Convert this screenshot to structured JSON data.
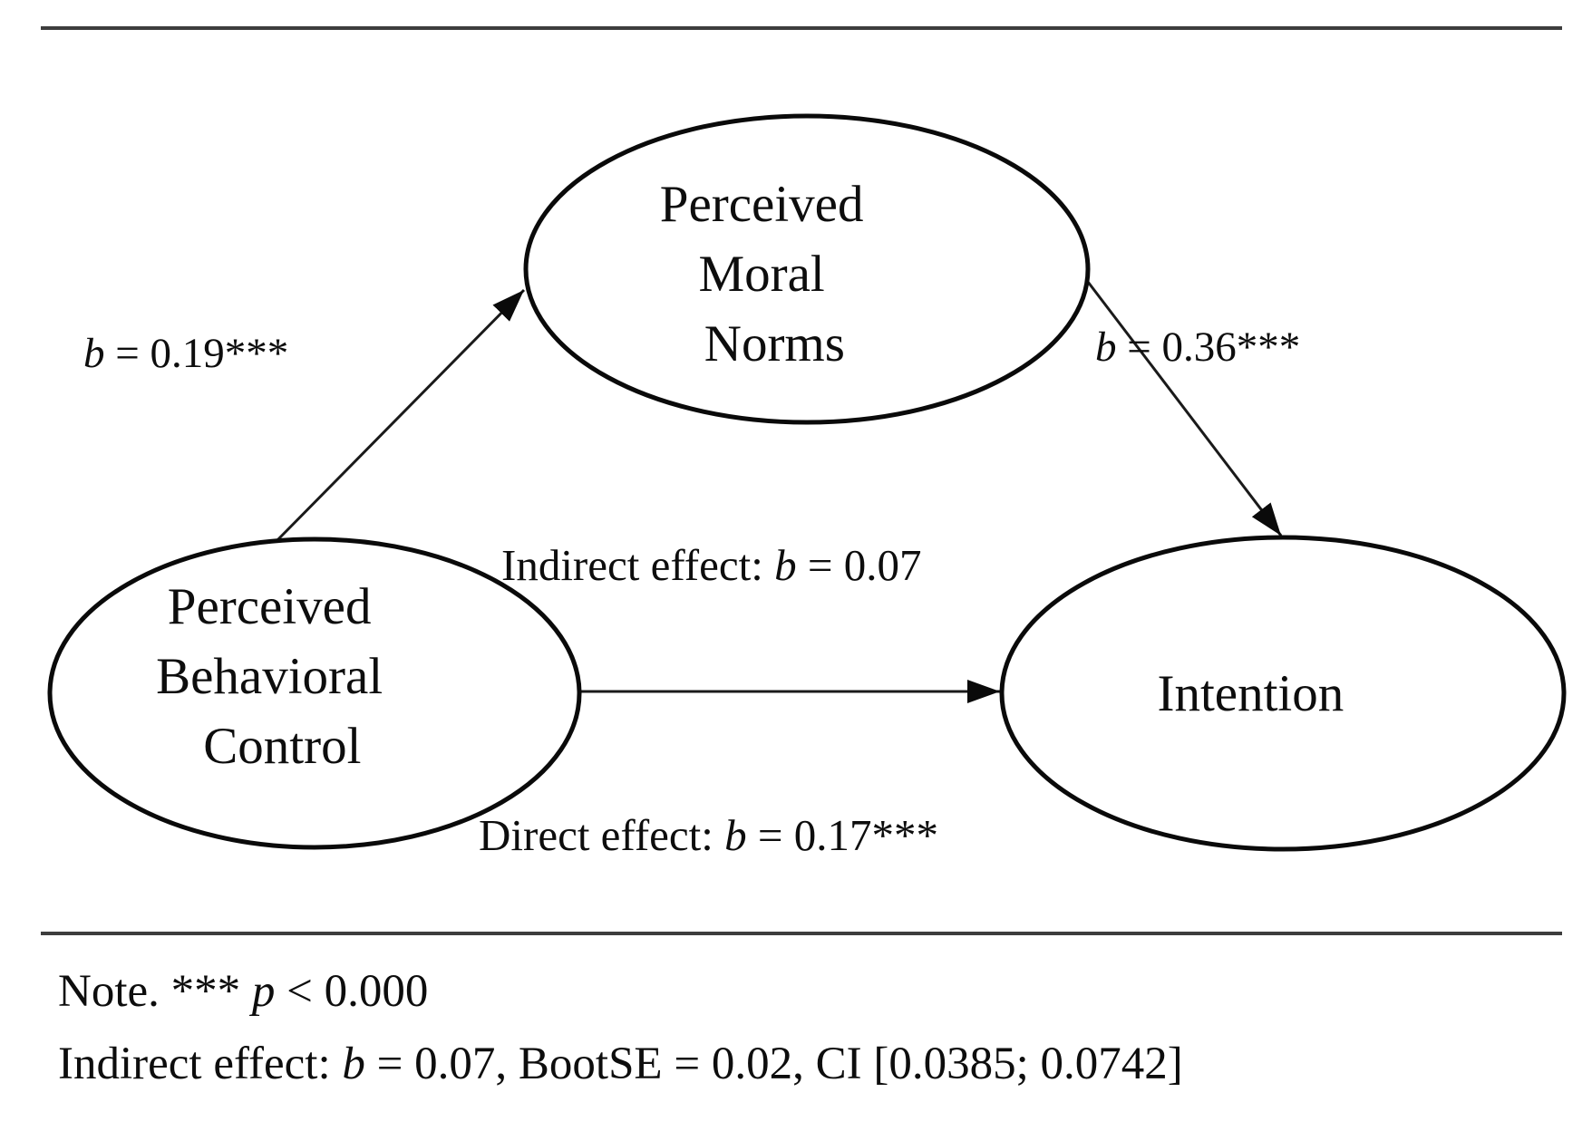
{
  "figure": {
    "background_color": "#ffffff",
    "rule_color": "#3d3d3d",
    "shape_stroke_color": "#0a0a0a",
    "text_color": "#0d0d0d",
    "type": "mediation-path-diagram"
  },
  "nodes": {
    "mediator": {
      "lines": [
        "Perceived",
        "Moral",
        "Norms"
      ]
    },
    "predictor": {
      "lines": [
        "Perceived",
        "Behavioral",
        "Control"
      ]
    },
    "outcome": {
      "lines": [
        "Intention"
      ]
    }
  },
  "paths": {
    "a": {
      "var": "b",
      "stat": " = 0.19***"
    },
    "b": {
      "var": "b",
      "stat": " = 0.36***"
    },
    "indirect": {
      "prefix": "Indirect effect: ",
      "var": "b",
      "stat": " = 0.07"
    },
    "direct": {
      "prefix": "Direct effect: ",
      "var": "b",
      "stat": " = 0.17***"
    }
  },
  "note": {
    "line1": {
      "prefix": "Note. *** ",
      "var": "p",
      "stat": " < 0.000"
    },
    "line2": {
      "prefix": "Indirect effect: ",
      "var": "b",
      "stat": " = 0.07, BootSE = 0.02, CI [0.0385; 0.0742]"
    }
  }
}
